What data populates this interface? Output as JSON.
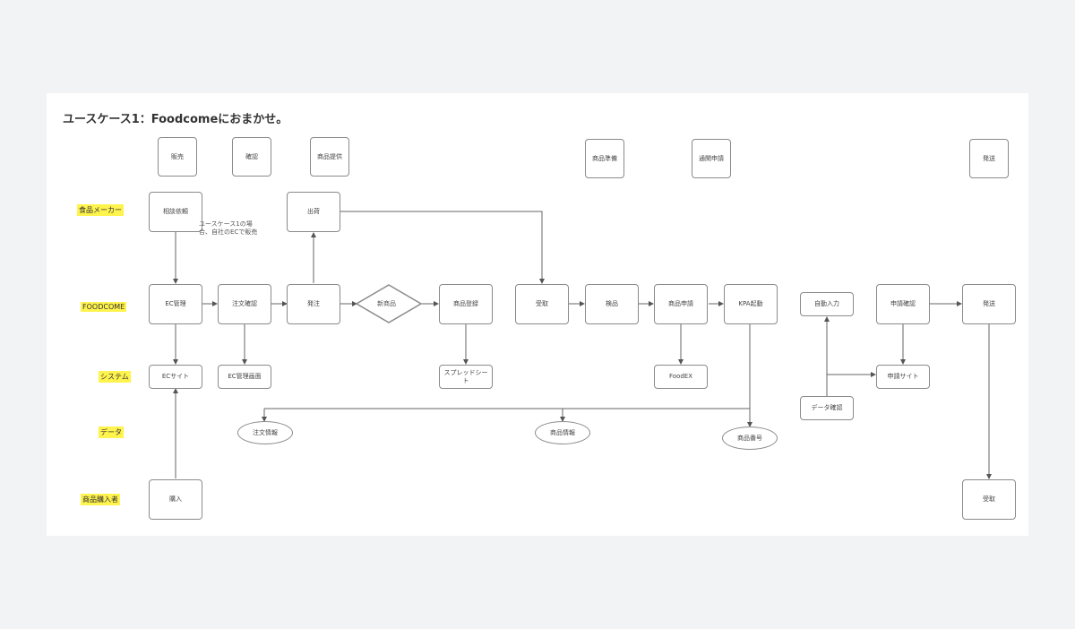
{
  "title": "ユースケース1：Foodcomeにおまかせ。",
  "lanes": {
    "maker": "食品メーカー",
    "foodcome": "FOODCOME",
    "system": "システム",
    "data": "データ",
    "buyer": "商品購入者"
  },
  "phases": {
    "p1": "販売",
    "p2": "確認",
    "p3": "商品提供",
    "p4": "商品準備",
    "p5": "通関申請",
    "p6": "発送"
  },
  "nodes": {
    "maker_consult": "相談依頼",
    "maker_ship": "出荷",
    "note": "ユースケース1の場\n合、自社のECで販売",
    "ec_mgmt": "EC管理",
    "order_confirm": "注文確認",
    "order": "発注",
    "new_product": "新商品",
    "product_register": "商品登録",
    "receive": "受取",
    "inspect": "検品",
    "product_apply": "商品申請",
    "kpa": "KPA起動",
    "auto_input": "自動入力",
    "apply_confirm": "申請確認",
    "ship": "発送",
    "ec_site": "ECサイト",
    "ec_admin": "EC管理画面",
    "spreadsheet": "スプレッドシー\nト",
    "foodex": "FoodEX",
    "apply_site": "申請サイト",
    "data_confirm": "データ確認",
    "order_info": "注文情報",
    "product_info": "商品情報",
    "product_number": "商品番号",
    "buy": "購入",
    "buyer_receive": "受取"
  }
}
